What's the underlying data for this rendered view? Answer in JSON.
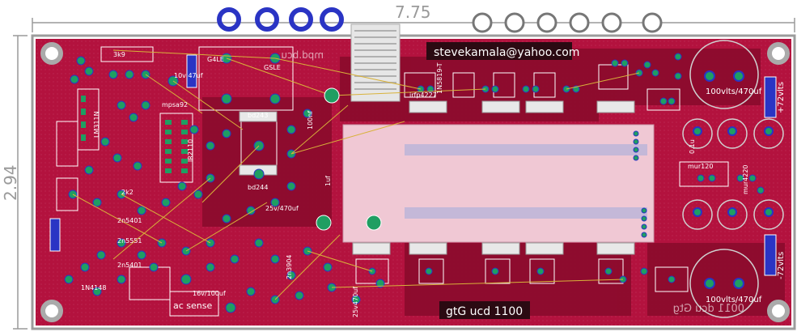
{
  "board": {
    "width_dimension": "7.75",
    "height_dimension": "2.94",
    "email_label": "stevekamala@yahoo.com",
    "title_label": "gtG ucd 1100",
    "mirrored_title": "0011 dcu Gtg",
    "cap_top": "100vlts/470uf",
    "cap_bottom": "100vlts/470uf",
    "rail_pos": "+72vlts",
    "rail_neg": "-72vlts",
    "ac_sense": "ac sense",
    "mirror_top": "mpd.bcu"
  },
  "colors": {
    "board": "#b3123e",
    "copper_dark": "#8a0b2c",
    "pad": "#1f9e62",
    "blue": "#2a34c4",
    "trace": "#d8b23a",
    "outline": "#9c9c9c",
    "heatsink": "#f0c8d4"
  },
  "labels": {
    "parts": [
      "3k9",
      "10v 47uf",
      "G4LE",
      "GSLE",
      "mpsa92",
      "LM311N",
      "bd243",
      "bd244",
      "IR2110",
      "25v/470uf",
      "1N4148",
      "2n5401",
      "2n5551",
      "irfp4227",
      "1N5819-T",
      "mur120",
      "mur4220",
      "2n5401",
      "16v/100uf",
      "2n3904",
      "25v470uf",
      "0.1u",
      "1uf",
      "100nf",
      "2k2"
    ]
  }
}
